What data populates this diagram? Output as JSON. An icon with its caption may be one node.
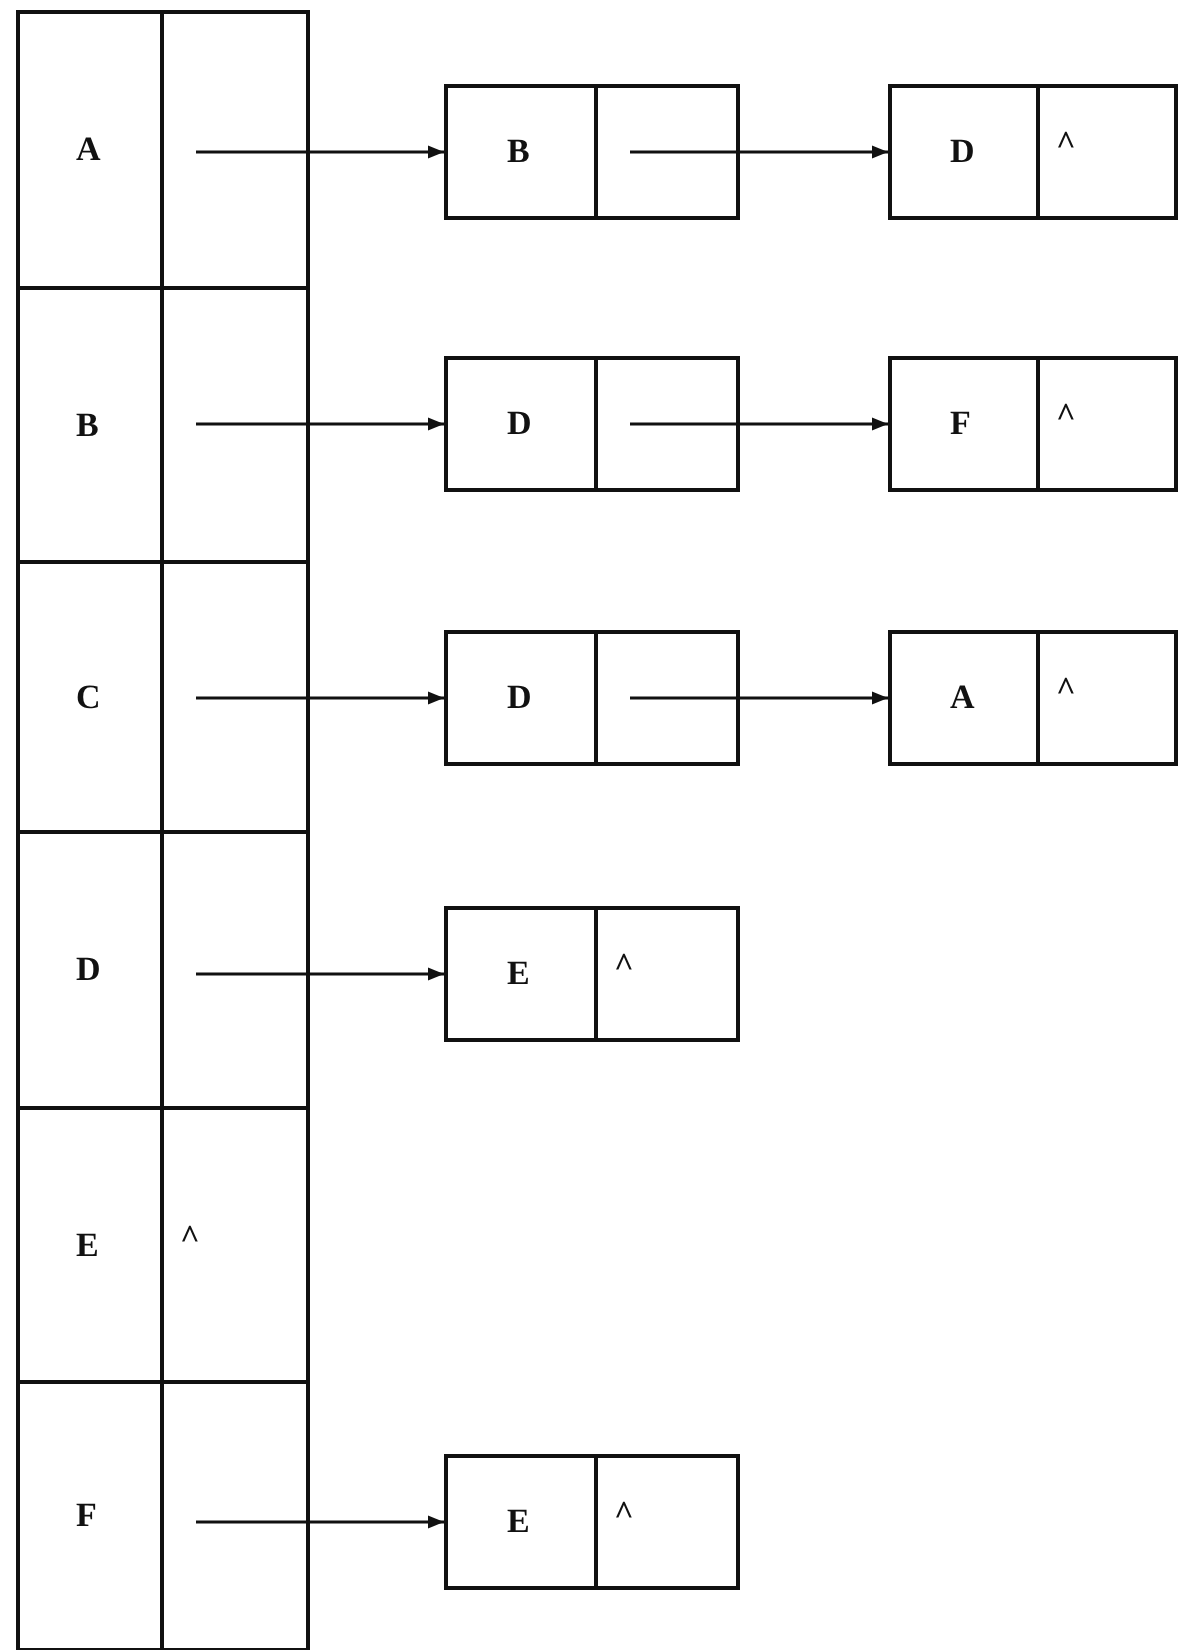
{
  "diagram": {
    "nodes": [
      {
        "text": [
          "A"
        ]
      },
      {
        "text": [
          "B"
        ]
      },
      {
        "text": [
          "D",
          "^"
        ]
      },
      {
        "text": [
          "B"
        ]
      },
      {
        "text": [
          "D"
        ]
      },
      {
        "text": [
          "F",
          "^"
        ]
      },
      {
        "text": [
          "C"
        ]
      },
      {
        "text": [
          "D"
        ]
      },
      {
        "text": [
          "A",
          "^"
        ]
      },
      {
        "text": [
          "D"
        ]
      },
      {
        "text": [
          "E",
          "^"
        ]
      },
      {
        "text": [
          "E",
          "^"
        ]
      },
      {
        "text": [
          "F"
        ]
      },
      {
        "text": [
          "E",
          "^"
        ]
      }
    ],
    "edges": [
      {
        "from": 0,
        "to": 1,
        "arrow": "to"
      },
      {
        "from": 1,
        "to": 2,
        "arrow": "to"
      },
      {
        "from": 3,
        "to": 4,
        "arrow": "to"
      },
      {
        "from": 4,
        "to": 5,
        "arrow": "to"
      },
      {
        "from": 6,
        "to": 7,
        "arrow": "to"
      },
      {
        "from": 7,
        "to": 8,
        "arrow": "to"
      },
      {
        "from": 9,
        "to": 10,
        "arrow": "to"
      },
      {
        "from": 12,
        "to": 13,
        "arrow": "to"
      }
    ]
  }
}
